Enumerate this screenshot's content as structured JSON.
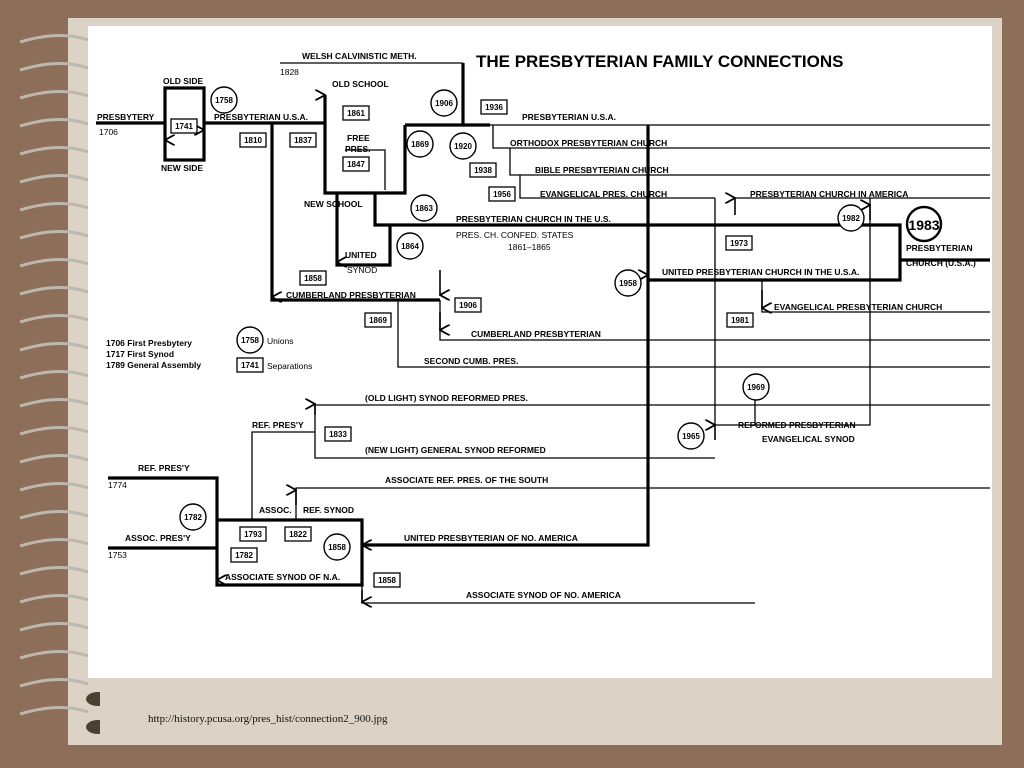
{
  "title": "THE PRESBYTERIAN FAMILY CONNECTIONS",
  "footer_url": "http://history.pcusa.org/pres_hist/connection2_900.jpg",
  "legend": {
    "dates": [
      "1706 First Presbytery",
      "1717 First Synod",
      "1789 General Assembly"
    ],
    "union_year": "1758",
    "union_label": "Unions",
    "separation_year": "1741",
    "separation_label": "Separations"
  },
  "labels": {
    "welsh": "WELSH CALVINISTIC METH.",
    "y1828": "1828",
    "presbytery": "PRESBYTERY",
    "y1706": "1706",
    "old_side": "OLD SIDE",
    "new_side": "NEW SIDE",
    "pres_usa_1": "PRESBYTERIAN U.S.A.",
    "old_school": "OLD SCHOOL",
    "free": "FREE",
    "pres": "PRES.",
    "new_school": "NEW SCHOOL",
    "united": "UNITED",
    "synod": "SYNOD",
    "cumberland_1": "CUMBERLAND PRESBYTERIAN",
    "pres_usa_2": "PRESBYTERIAN U.S.A.",
    "orthodox": "ORTHODOX PRESBYTERIAN  CHURCH",
    "bible": "BIBLE PRESBYTERIAN  CHURCH",
    "evangelical": "EVANGELICAL  PRES.  CHURCH",
    "pca": "PRESBYTERIAN CHURCH IN AMERICA",
    "pcus": "PRESBYTERIAN CHURCH IN THE U.S.",
    "confed": "PRES. CH. CONFED. STATES",
    "confed_years": "1861–1865",
    "upcusa": "UNITED PRESBYTERIAN  CHURCH IN THE  U.S.A.",
    "pcusa_a": "PRESBYTERIAN",
    "pcusa_b": "CHURCH (U.S.A.)",
    "epc": "EVANGELICAL PRESBYTERIAN CHURCH",
    "cumberland_2": "CUMBERLAND PRESBYTERIAN",
    "second_cumb": "SECOND CUMB. PRES.",
    "old_light": "(OLD LIGHT) SYNOD REFORMED PRES.",
    "ref_presy_1": "REF. PRES'Y",
    "new_light": "(NEW LIGHT) GENERAL SYNOD REFORMED",
    "rpes_a": "REFORMED PRESBYTERIAN",
    "rpes_b": "EVANGELICAL SYNOD",
    "ref_presy_2": "REF. PRES'Y",
    "y1774": "1774",
    "arp_south": "ASSOCIATE REF. PRES. OF THE SOUTH",
    "assoc": "ASSOC.",
    "ref_synod": "REF. SYNOD",
    "assoc_presy": "ASSOC. PRES'Y",
    "y1753": "1753",
    "upna": "UNITED PRESBYTERIAN OF NO. AMERICA",
    "asna_1": "ASSOCIATE SYNOD OF N.A.",
    "asna_2": "ASSOCIATE SYNOD OF NO.  AMERICA"
  },
  "circles": {
    "c1758": "1758",
    "c1906a": "1906",
    "c1869": "1869",
    "c1920": "1920",
    "c1863": "1863",
    "c1864": "1864",
    "c1958": "1958",
    "c1982": "1982",
    "c1983": "1983",
    "c1969": "1969",
    "c1965": "1965",
    "c1782": "1782",
    "c1858": "1858"
  },
  "boxes": {
    "b1741": "1741",
    "b1810": "1810",
    "b1861": "1861",
    "b1837": "1837",
    "b1847": "1847",
    "b1936": "1936",
    "b1938": "1938",
    "b1956": "1956",
    "b1973": "1973",
    "b1858a": "1858",
    "b1906": "1906",
    "b1869": "1869",
    "b1981": "1981",
    "b1833": "1833",
    "b1793": "1793",
    "b1822": "1822",
    "b1782": "1782",
    "b1858b": "1858"
  }
}
